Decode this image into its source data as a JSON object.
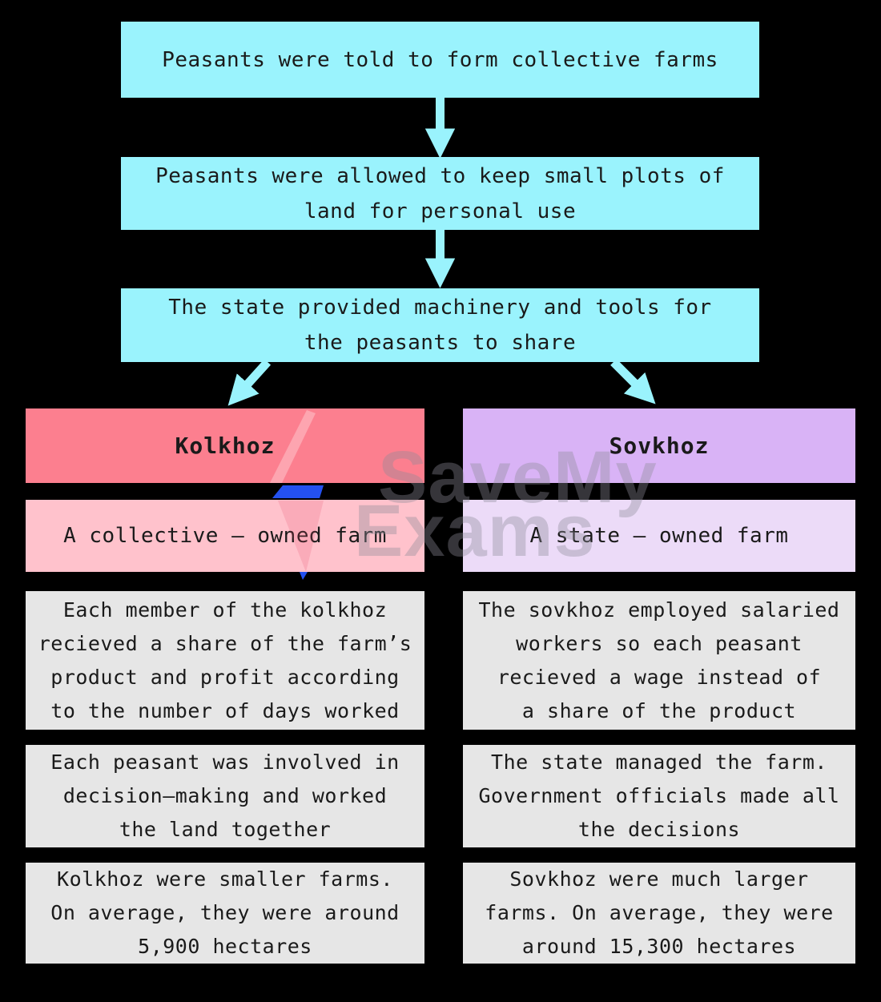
{
  "theme": {
    "bg": "#000000",
    "cyan": "#9af3fd",
    "red": "#fc7f8f",
    "pink": "#ffc2cc",
    "purple": "#d9b3f6",
    "lavender": "#ecdbf8",
    "gray": "#e6e6e6",
    "ink": "#1a1a1a",
    "bolt-blue": "#2451f0"
  },
  "flow": {
    "box1": {
      "line1": "Peasants were told to form collective farms"
    },
    "box2": {
      "line1": "Peasants were allowed to keep small plots of",
      "line2": "land for personal use"
    },
    "box3": {
      "line1": "The state provided machinery and tools for",
      "line2": "the peasants to share"
    }
  },
  "kolkhoz": {
    "title": "Kolkhoz",
    "definition": "A collective – owned farm",
    "row1": {
      "line1": "Each member of the kolkhoz",
      "line2": "recieved a share of the farm’s",
      "line3": "product and profit according",
      "line4": "to the number of days worked"
    },
    "row2": {
      "line1": "Each peasant was involved in",
      "line2": "decision–making and worked",
      "line3": "the land together"
    },
    "row3": {
      "line1": "Kolkhoz were smaller farms.",
      "line2": "On average, they were around",
      "line3": "5,900 hectares"
    }
  },
  "sovkhoz": {
    "title": "Sovkhoz",
    "definition": "A state – owned farm",
    "row1": {
      "line1": "The sovkhoz employed salaried",
      "line2": "workers so each peasant",
      "line3": "recieved a wage instead of",
      "line4": "a share of the product"
    },
    "row2": {
      "line1": "The state managed the farm.",
      "line2": "Government officials made all",
      "line3": "the decisions"
    },
    "row3": {
      "line1": "Sovkhoz were much larger",
      "line2": "farms. On average, they were",
      "line3": "around 15,300 hectares"
    }
  },
  "watermark": {
    "line1": "SaveMy",
    "line2": "Exams"
  }
}
